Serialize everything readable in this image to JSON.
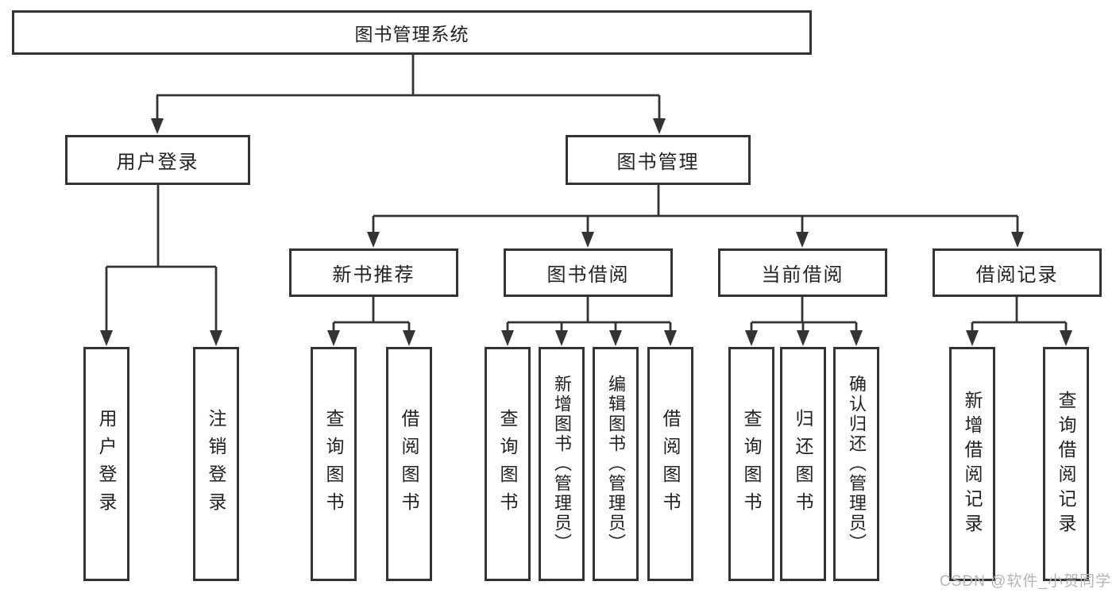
{
  "diagram": {
    "root": {
      "label": "图书管理系统"
    },
    "branches": [
      {
        "label": "用户登录",
        "children": [
          {
            "label": "用户登录"
          },
          {
            "label": "注销登录"
          }
        ]
      },
      {
        "label": "图书管理",
        "children": [
          {
            "label": "新书推荐",
            "children": [
              {
                "label": "查询图书"
              },
              {
                "label": "借阅图书"
              }
            ]
          },
          {
            "label": "图书借阅",
            "children": [
              {
                "label": "查询图书"
              },
              {
                "label": "新增图书（管理员）"
              },
              {
                "label": "编辑图书（管理员）"
              },
              {
                "label": "借阅图书"
              }
            ]
          },
          {
            "label": "当前借阅",
            "children": [
              {
                "label": "查询图书"
              },
              {
                "label": "归还图书"
              },
              {
                "label": "确认归还（管理员）"
              }
            ]
          },
          {
            "label": "借阅记录",
            "children": [
              {
                "label": "新增借阅记录"
              },
              {
                "label": "查询借阅记录"
              }
            ]
          }
        ]
      }
    ]
  },
  "watermark": {
    "text": "CSDN @软件_小贺同学"
  },
  "colors": {
    "line": "#333333",
    "border": "#333333",
    "text": "#222222",
    "watermark": "#b5b5b5",
    "background": "#ffffff"
  }
}
